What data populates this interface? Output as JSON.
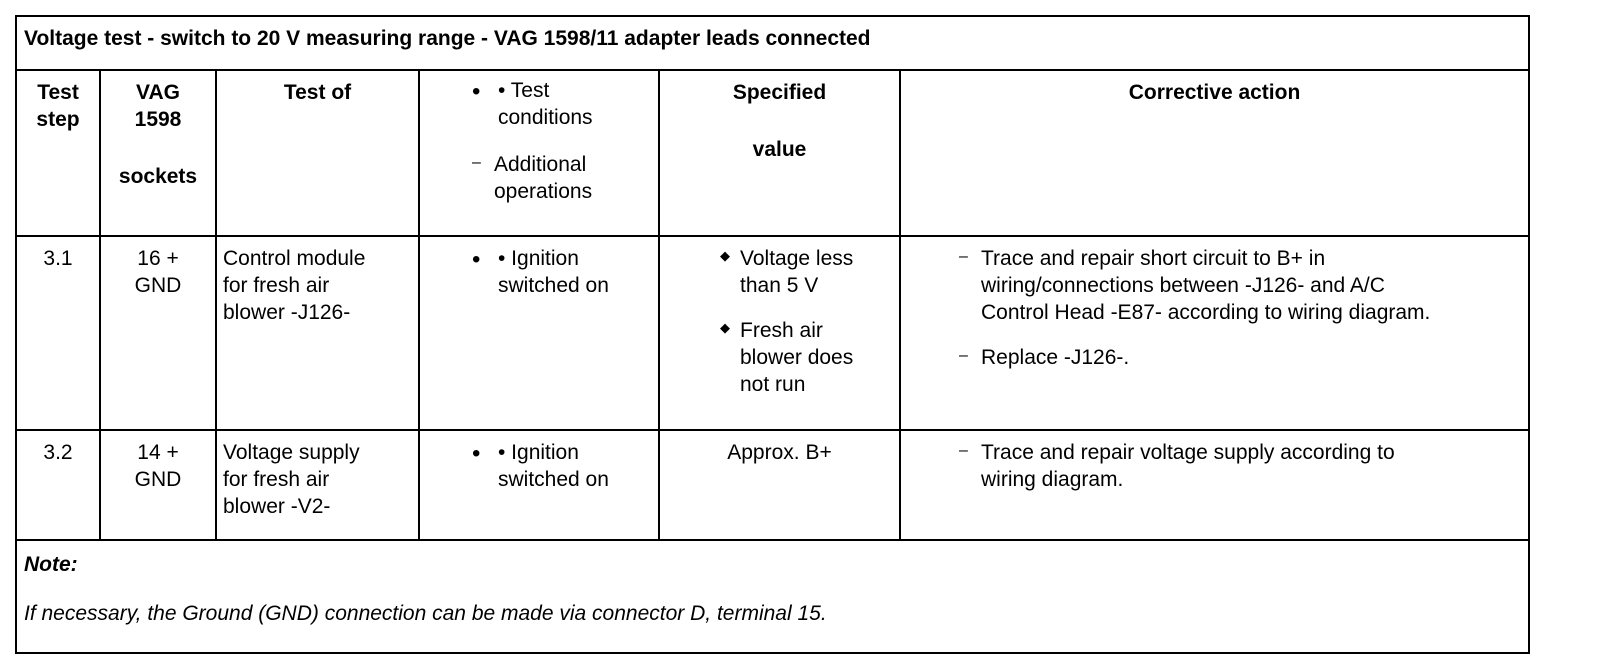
{
  "title": "Voltage test - switch to 20 V measuring range - VAG 1598/11 adapter leads connected",
  "headers": {
    "test_step": [
      "Test",
      "step"
    ],
    "vag_sockets": [
      "VAG",
      "1598",
      "sockets"
    ],
    "test_of": "Test of",
    "conditions_line1": "• Test",
    "conditions_line2": "conditions",
    "additional_line1": "Additional",
    "additional_line2": "operations",
    "specified": "Specified",
    "value": "value",
    "corrective": "Corrective action"
  },
  "rows": [
    {
      "step": "3.1",
      "sockets": [
        "16 +",
        "GND"
      ],
      "test_of": [
        "Control module",
        "for fresh air",
        "blower -J126-"
      ],
      "condition": [
        "• Ignition",
        "switched on"
      ],
      "specified": [
        [
          "Voltage less",
          "than 5 V"
        ],
        [
          "Fresh air",
          "blower does",
          "not run"
        ]
      ],
      "corrective": [
        [
          "Trace and repair short circuit to B+ in",
          "wiring/connections between -J126- and A/C",
          "Control Head -E87- according to wiring diagram."
        ],
        [
          "Replace -J126-."
        ]
      ]
    },
    {
      "step": "3.2",
      "sockets": [
        "14 +",
        "GND"
      ],
      "test_of": [
        "Voltage supply",
        "for fresh air",
        "blower -V2-"
      ],
      "condition": [
        "• Ignition",
        "switched on"
      ],
      "specified_plain": "Approx. B+",
      "corrective": [
        [
          "Trace and repair voltage supply according to",
          "wiring diagram."
        ]
      ]
    }
  ],
  "note": {
    "title": "Note:",
    "text": "If necessary, the Ground (GND) connection can be made via connector D, terminal 15."
  }
}
